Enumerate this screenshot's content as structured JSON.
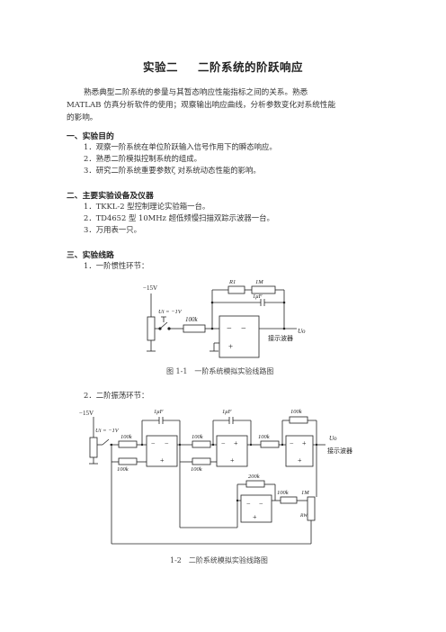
{
  "title": {
    "part1": "实验二",
    "part2": "二阶系统的阶跃响应"
  },
  "intro": [
    "熟悉典型二阶系统的参量与其暂态响应性能指标之间的关系。熟悉",
    "MATLAB 仿真分析软件的使用；观察输出响应曲线，分析参数变化对系统性能",
    "的影响。"
  ],
  "section1": {
    "heading": "一、实验目的",
    "items": [
      "1．观察一阶系统在单位阶跃输入信号作用下的瞬态响应。",
      "2．熟悉二阶模拟控制系统的组成。",
      "3．研究二阶系统重要参数ζ 对系统动态性能的影响。"
    ]
  },
  "section2": {
    "heading": "二、主要实验设备及仪器",
    "items": [
      "1．TKKL-2 型控制理论实验箱一台。",
      "2．TD4652 型 10MHz 超低频慢扫描双踪示波器一台。",
      "3．万用表一只。"
    ]
  },
  "section3": {
    "heading": "三、实验线路",
    "sub1": "1．一阶惯性环节：",
    "sub2": "2．二阶振荡环节："
  },
  "fig1": {
    "caption": "图 1-1　一阶系统模拟实验线路图",
    "supply": "−15V",
    "ui": "Ui = −1V",
    "r_in": "100k",
    "r1": "R1",
    "r_fb": "1M",
    "c_fb": "1μF",
    "opamp_minus": "−",
    "opamp_plus": "+",
    "output": "Uo",
    "scope": "接示波器"
  },
  "fig2": {
    "caption": "1-2　二阶系统模拟实验线路图",
    "supply": "−15V",
    "ui": "Ui = −1V",
    "r_in1": "100k",
    "r_in2": "100k",
    "c1": "1μF",
    "c2": "1μF",
    "r_mid1": "100k",
    "r_mid2": "100k",
    "r_mid3": "100k",
    "r_fb3": "100k",
    "r_200": "200k",
    "r_100b": "100k",
    "r_1m": "1M",
    "rw": "RW",
    "output": "Uo",
    "scope": "接示波器",
    "minus": "−",
    "plus": "+"
  }
}
